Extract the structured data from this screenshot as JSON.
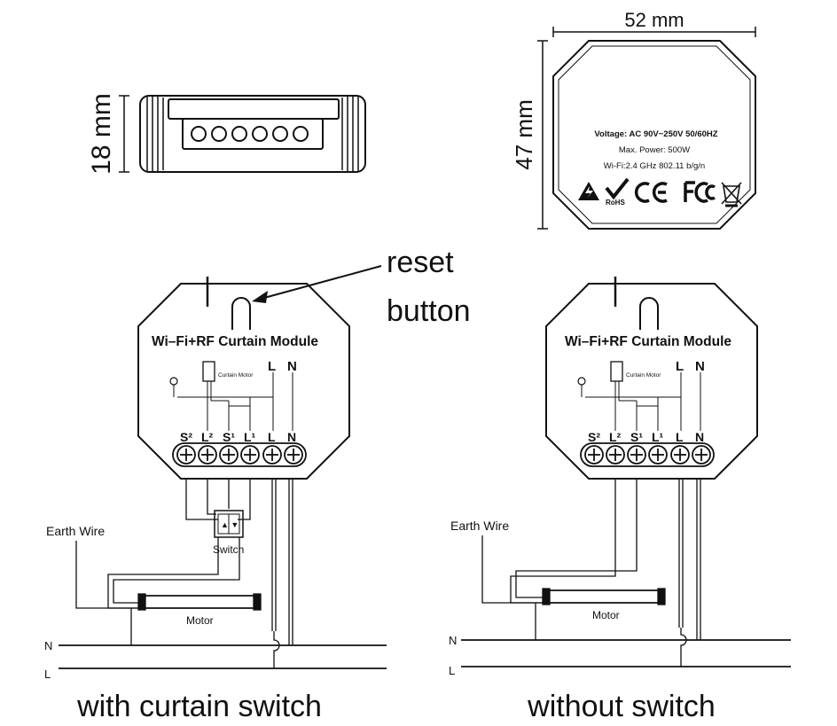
{
  "dimensions": {
    "width": "52 mm",
    "height": "47 mm",
    "depth": "18 mm"
  },
  "label_plate": {
    "voltage": "Voltage: AC 90V~250V   50/60HZ",
    "power": "Max. Power: 500W",
    "wifi": "Wi-Fi:2.4 GHz    802.11 b/g/n",
    "rohs": "RoHS"
  },
  "callout": {
    "line1": "reset",
    "line2": "button"
  },
  "module": {
    "title": "Wi–Fi+RF Curtain Module",
    "motor_label": "Curtain Motor",
    "top_L": "L",
    "top_N": "N",
    "terminals": [
      "S²",
      "L²",
      "S¹",
      "L¹",
      "L",
      "N"
    ]
  },
  "wiring": {
    "earth": "Earth Wire",
    "switch": "Switch",
    "motor": "Motor",
    "neutral": "N",
    "live": "L"
  },
  "captions": {
    "left": "with curtain switch",
    "right": "without switch"
  },
  "colors": {
    "ink": "#111111",
    "background": "#ffffff"
  }
}
